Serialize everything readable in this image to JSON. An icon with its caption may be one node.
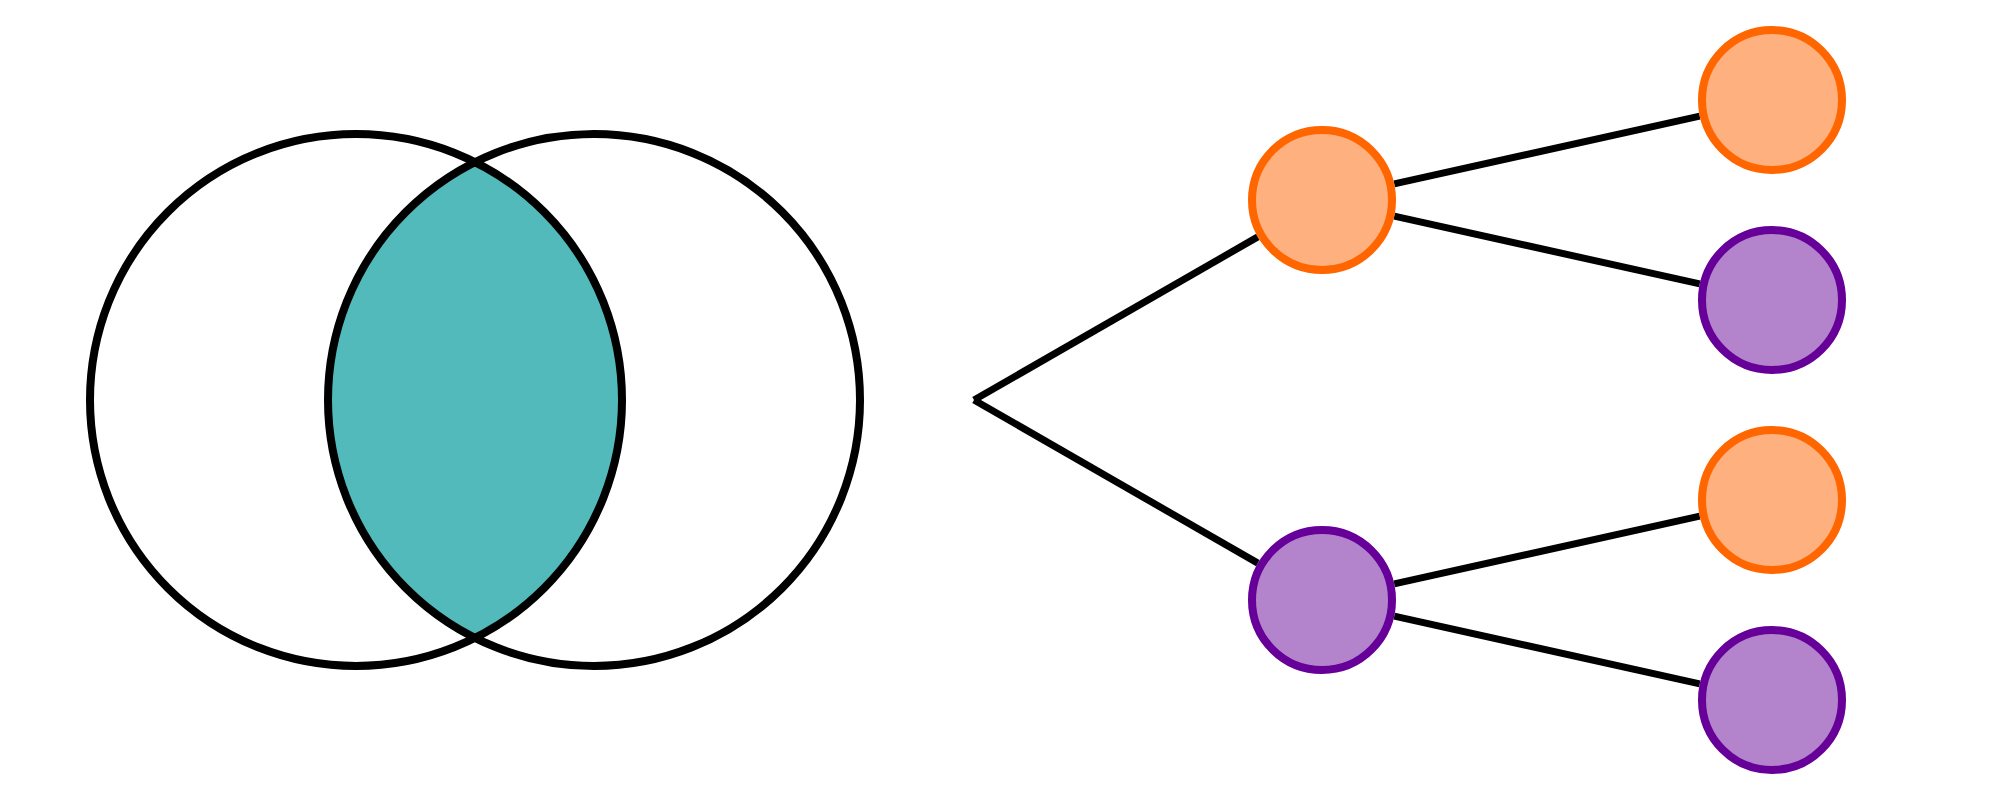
{
  "diagram": {
    "nodes": [
      {
        "text": [],
        "shape": "circle"
      },
      {
        "text": [],
        "shape": "circle"
      },
      {
        "text": [],
        "shape": "circle"
      },
      {
        "text": [],
        "shape": "circle"
      },
      {
        "text": [],
        "shape": "circle"
      },
      {
        "text": [],
        "shape": "circle"
      }
    ],
    "edges": [
      {
        "from": null,
        "to": 0,
        "arrow": "none"
      },
      {
        "from": null,
        "to": 1,
        "arrow": "none"
      },
      {
        "from": 0,
        "to": 2,
        "arrow": "none"
      },
      {
        "from": 0,
        "to": 3,
        "arrow": "none"
      },
      {
        "from": 1,
        "to": 4,
        "arrow": "none"
      },
      {
        "from": 1,
        "to": 5,
        "arrow": "none"
      }
    ]
  }
}
